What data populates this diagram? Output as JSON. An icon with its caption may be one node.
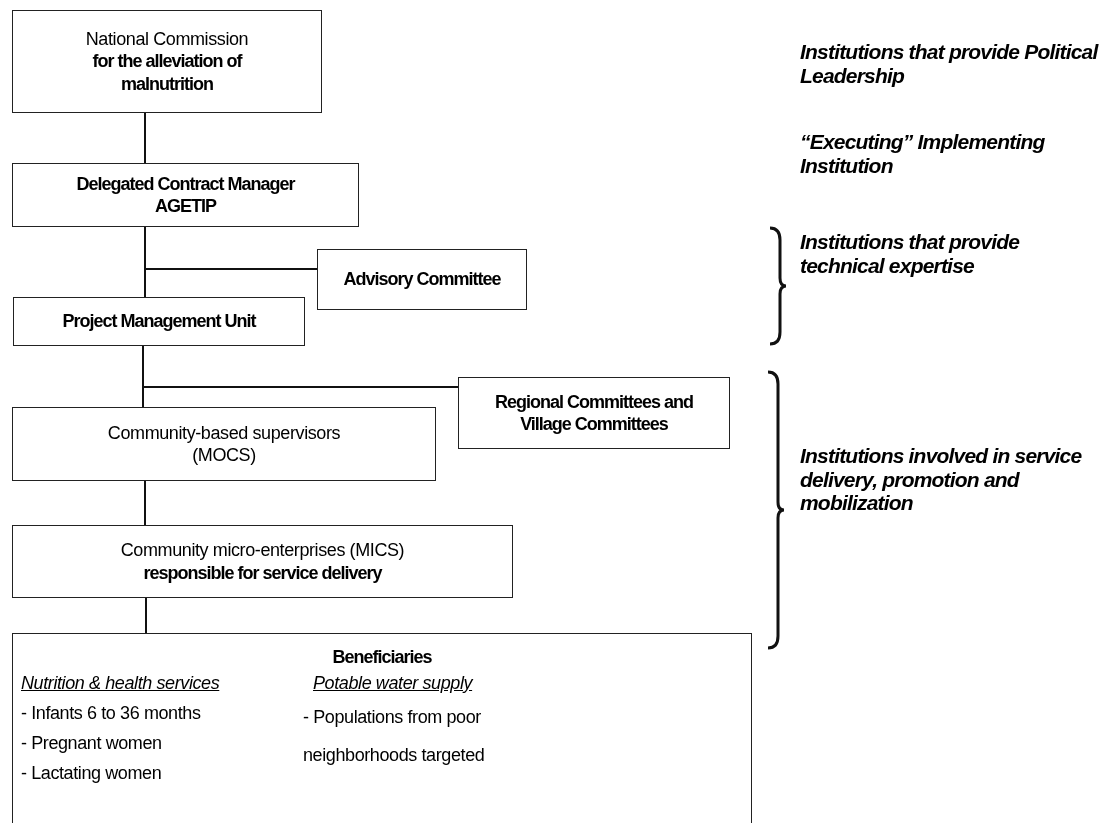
{
  "diagram": {
    "nodes": [
      {
        "text": [
          "National Commission",
          "for the alleviation of malnutrition"
        ]
      },
      {
        "text": [
          "Delegated Contract Manager AGETIP"
        ]
      },
      {
        "text": [
          "Advisory Committee"
        ]
      },
      {
        "text": [
          "Project Management Unit"
        ]
      },
      {
        "text": [
          "Regional Committees and Village Committees"
        ]
      },
      {
        "text": [
          "Community-based supervisors (MOCS)"
        ]
      },
      {
        "text": [
          "Community micro-enterprises (MICS)",
          "responsible for service delivery"
        ]
      },
      {
        "text": [
          "Beneficiaries",
          "Nutrition & health services",
          "- Infants 6 to 36 months",
          "- Pregnant women",
          "- Lactating women",
          "Potable water supply",
          "- Populations from poor neighborhoods targeted"
        ]
      }
    ],
    "edges": [
      {
        "from": 0,
        "to": 1,
        "arrow": "none"
      },
      {
        "from": 1,
        "to": 3,
        "arrow": "none"
      },
      {
        "from": 1,
        "to": 2,
        "arrow": "none"
      },
      {
        "from": 3,
        "to": 5,
        "arrow": "none"
      },
      {
        "from": 3,
        "to": 4,
        "arrow": "none"
      },
      {
        "from": 5,
        "to": 6,
        "arrow": "none"
      },
      {
        "from": 6,
        "to": 7,
        "arrow": "none"
      }
    ],
    "labels": [
      "Institutions that provide Political Leadership",
      "“Executing” Implementing Institution",
      "Institutions that provide technical expertise",
      "Institutions involved in service delivery, promotion and mobilization"
    ]
  }
}
